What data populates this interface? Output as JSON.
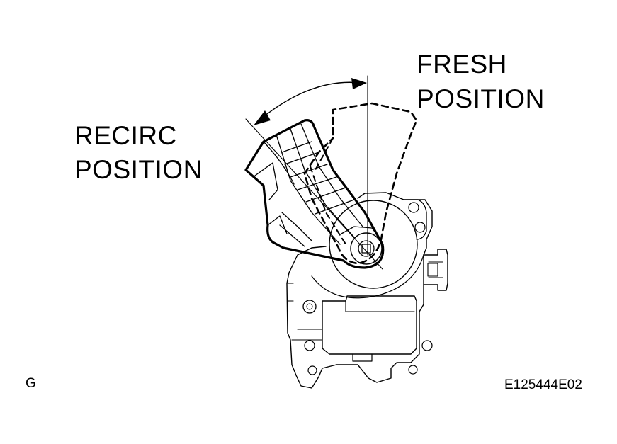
{
  "diagram": {
    "labels": {
      "fresh_line1": "FRESH",
      "fresh_line2": "POSITION",
      "recirc_line1": "RECIRC",
      "recirc_line2": "POSITION",
      "corner_code": "G",
      "figure_id": "E125444E02"
    },
    "colors": {
      "ink": "#000000",
      "background": "#ffffff"
    }
  }
}
